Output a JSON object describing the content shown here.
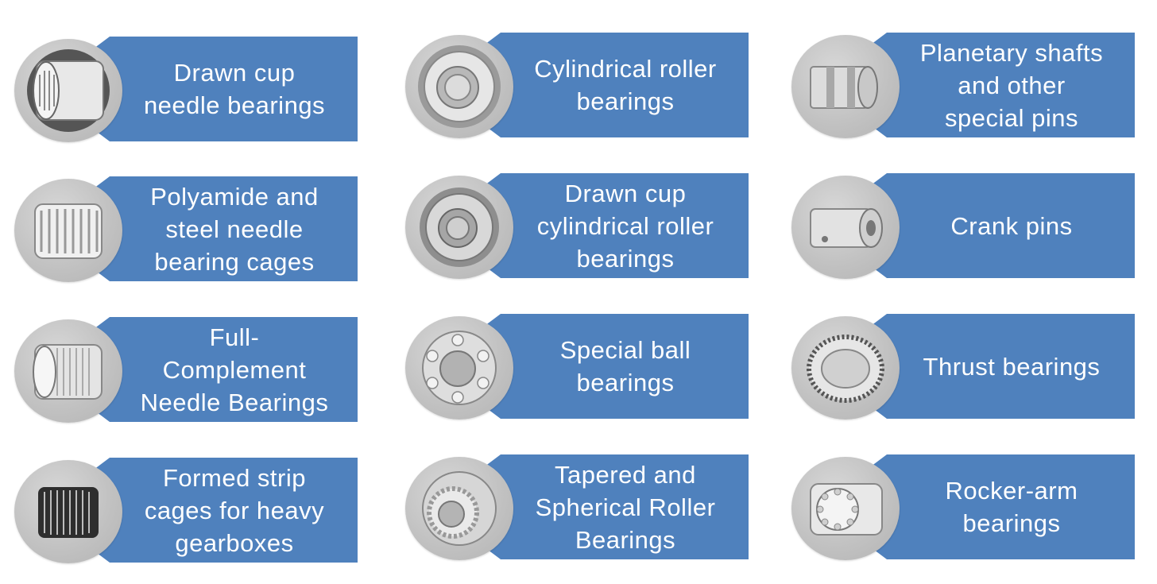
{
  "items": [
    {
      "label": "Drawn cup\nneedle bearings",
      "icon": "drawn-cup-needle-bearing-icon"
    },
    {
      "label": "Cylindrical roller\nbearings",
      "icon": "cylindrical-roller-bearing-icon"
    },
    {
      "label": "Planetary shafts\nand other\nspecial pins",
      "icon": "planetary-shaft-icon"
    },
    {
      "label": "Polyamide and\nsteel needle\nbearing cages",
      "icon": "needle-cage-icon"
    },
    {
      "label": "Drawn cup\ncylindrical roller\nbearings",
      "icon": "drawn-cup-roller-bearing-icon"
    },
    {
      "label": "Crank pins",
      "icon": "crank-pin-icon"
    },
    {
      "label": "Full-\nComplement\nNeedle Bearings",
      "icon": "full-complement-needle-bearing-icon"
    },
    {
      "label": "Special ball\nbearings",
      "icon": "ball-bearing-icon"
    },
    {
      "label": "Thrust bearings",
      "icon": "thrust-bearing-icon"
    },
    {
      "label": "Formed strip\ncages for heavy\ngearboxes",
      "icon": "formed-strip-cage-icon"
    },
    {
      "label": "Tapered and\nSpherical Roller\nBearings",
      "icon": "tapered-roller-bearing-icon"
    },
    {
      "label": "Rocker-arm\nbearings",
      "icon": "rocker-arm-bearing-icon"
    }
  ],
  "colors": {
    "banner": "#4f81bd",
    "disc": "#c4c4c4",
    "text": "#ffffff"
  }
}
